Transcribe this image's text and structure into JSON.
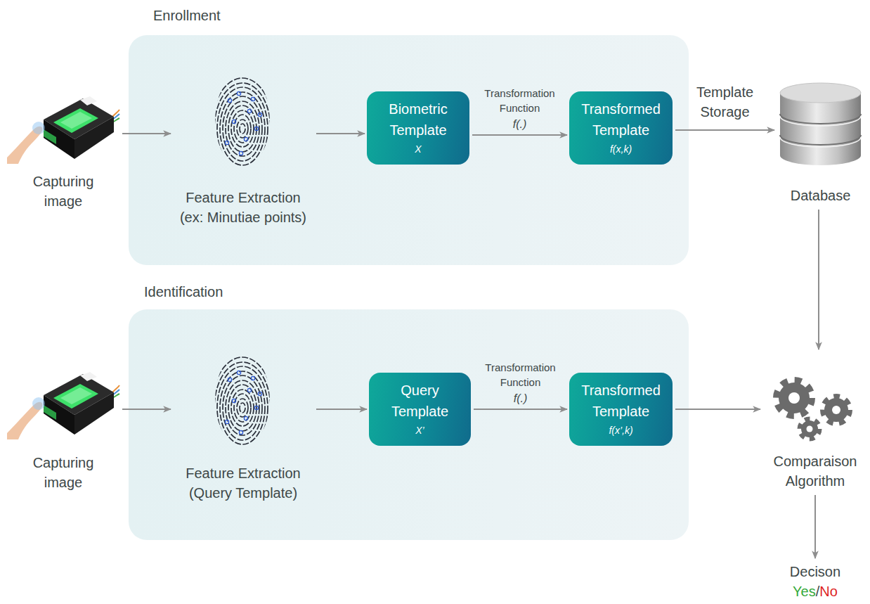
{
  "diagram": {
    "nodes": [
      {
        "text": [
          "Capturing image"
        ]
      },
      {
        "text": [
          "Enrollment"
        ]
      },
      {
        "text": [
          "Feature Extraction (ex: Minutiae points)"
        ],
        "in": 1
      },
      {
        "text": [
          "Biometric Template",
          "X"
        ],
        "in": 1
      },
      {
        "text": [
          "Transformed Template",
          "f(x,k)"
        ],
        "in": 1
      },
      {
        "text": [
          "Database"
        ]
      },
      {
        "text": [
          "Capturing image"
        ]
      },
      {
        "text": [
          "Identification"
        ]
      },
      {
        "text": [
          "Feature Extraction (Query Template)"
        ],
        "in": 7
      },
      {
        "text": [
          "Query Template",
          "X’"
        ],
        "in": 7
      },
      {
        "text": [
          "Transformed Template",
          "f(x’,k)"
        ],
        "in": 7
      },
      {
        "text": [
          "Comparaison Algorithm"
        ]
      },
      {
        "text": [
          "Decison",
          "Yes",
          "/",
          "No"
        ]
      }
    ],
    "edges": [
      {
        "from": 0,
        "to": 2,
        "arrow": "to"
      },
      {
        "from": 2,
        "to": 3,
        "arrow": "to"
      },
      {
        "from": 3,
        "to": 4,
        "label": "Transformation Function",
        "arrow": "to"
      },
      {
        "from": 4,
        "to": 5,
        "label": "Template Storage",
        "arrow": "to"
      },
      {
        "from": 5,
        "to": 11,
        "arrow": "to"
      },
      {
        "from": 6,
        "to": 8,
        "arrow": "to"
      },
      {
        "from": 8,
        "to": 9,
        "arrow": "to"
      },
      {
        "from": 9,
        "to": 10,
        "label": "Transformation Function",
        "arrow": "to"
      },
      {
        "from": 10,
        "to": 11,
        "arrow": "to"
      },
      {
        "from": 11,
        "to": 12,
        "arrow": "to"
      }
    ],
    "labels": [
      "f(.)",
      "f(.)"
    ]
  }
}
